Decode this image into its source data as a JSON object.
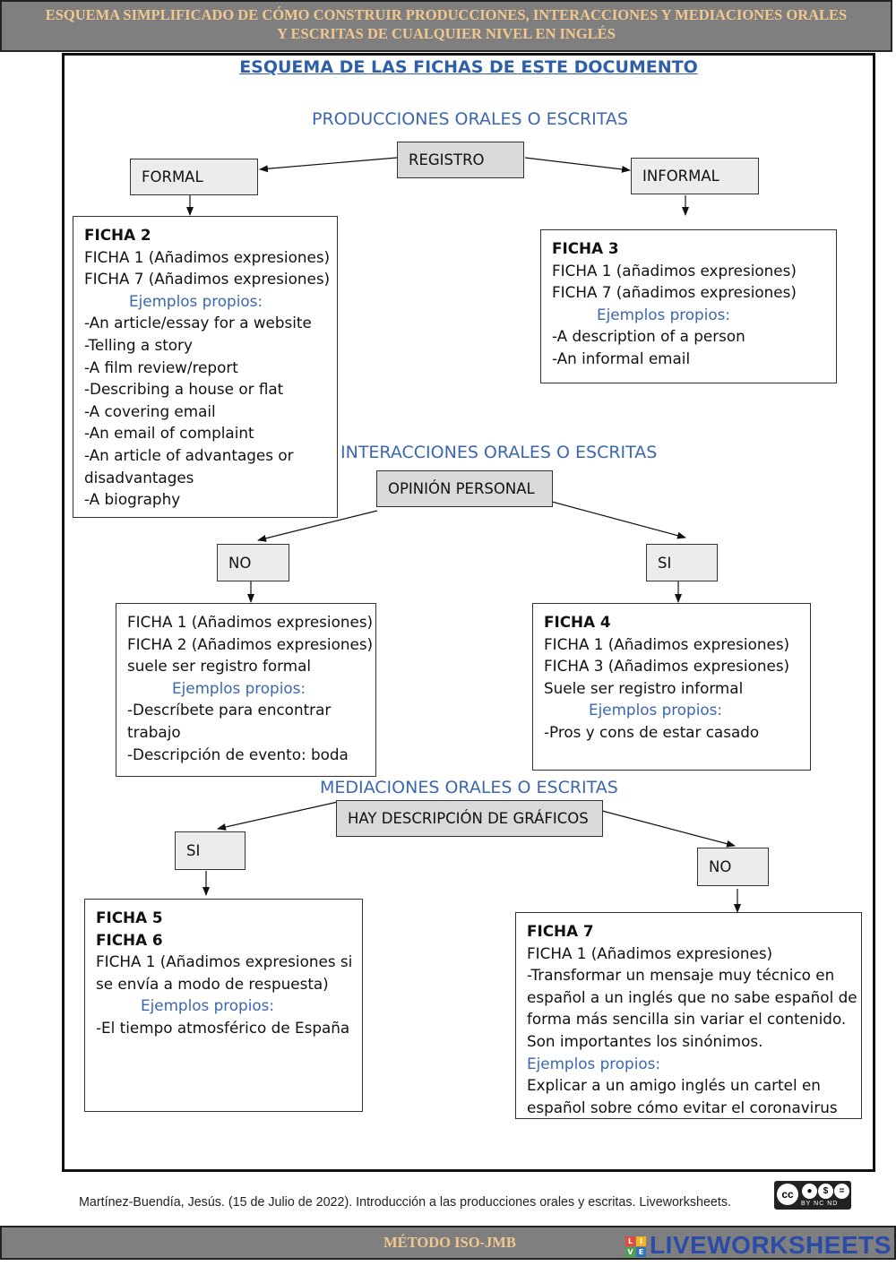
{
  "banner": {
    "title_line1": "ESQUEMA SIMPLIFICADO DE CÓMO CONSTRUIR PRODUCCIONES, INTERACCIONES Y MEDIACIONES ORALES",
    "title_line2": "Y ESCRITAS DE CUALQUIER NIVEL EN INGLÉS"
  },
  "doc_title": "ESQUEMA DE LAS FICHAS DE ESTE DOCUMENTO",
  "producciones": {
    "heading": "PRODUCCIONES ORALES O ESCRITAS",
    "root": "REGISTRO",
    "left_branch": "FORMAL",
    "right_branch": "INFORMAL",
    "formal_card": {
      "title": "FICHA 2",
      "lines": [
        "FICHA 1 (Añadimos expresiones)",
        "FICHA 7 (Añadimos expresiones)"
      ],
      "examples_label": "Ejemplos propios:",
      "examples": [
        "-An article/essay for a website",
        "-Telling a story",
        "-A film review/report",
        "-Describing a house or flat",
        "-A covering email",
        "-An email of complaint",
        "-An article of advantages or",
        "disadvantages",
        "-A biography"
      ]
    },
    "informal_card": {
      "title": "FICHA 3",
      "lines": [
        "FICHA 1 (añadimos expresiones)",
        "FICHA 7 (añadimos expresiones)"
      ],
      "examples_label": "Ejemplos propios:",
      "examples": [
        "-A description of a person",
        "-An informal email"
      ]
    }
  },
  "interacciones": {
    "heading": "INTERACCIONES ORALES O ESCRITAS",
    "root": "OPINIÓN PERSONAL",
    "left_branch": "NO",
    "right_branch": "SI",
    "no_card": {
      "lines": [
        "FICHA 1 (Añadimos expresiones)",
        "FICHA 2 (Añadimos expresiones)",
        "suele ser registro formal"
      ],
      "examples_label": "Ejemplos propios:",
      "examples": [
        "-Descríbete para encontrar",
        "trabajo",
        "-Descripción de evento: boda"
      ]
    },
    "si_card": {
      "title": "FICHA 4",
      "lines": [
        "FICHA 1 (Añadimos expresiones)",
        "FICHA 3 (Añadimos expresiones)",
        "Suele ser registro informal"
      ],
      "examples_label": "Ejemplos propios:",
      "examples": [
        "-Pros y cons de estar casado"
      ]
    }
  },
  "mediaciones": {
    "heading": "MEDIACIONES ORALES O ESCRITAS",
    "root": "HAY DESCRIPCIÓN DE GRÁFICOS",
    "left_branch": "SI",
    "right_branch": "NO",
    "si_card": {
      "titles": [
        "FICHA 5",
        "FICHA 6"
      ],
      "lines": [
        "FICHA 1 (Añadimos expresiones si",
        "se envía a modo de respuesta)"
      ],
      "examples_label": "Ejemplos propios:",
      "examples": [
        "-El tiempo atmosférico de España"
      ]
    },
    "no_card": {
      "title": "FICHA 7",
      "lines": [
        "FICHA 1 (Añadimos expresiones)",
        "-Transformar un mensaje muy técnico en",
        "español a un inglés que no sabe español de",
        "forma más sencilla sin variar el contenido.",
        "Son importantes los sinónimos."
      ],
      "examples_label": "Ejemplos propios:",
      "examples": [
        "Explicar a un amigo inglés un cartel en",
        "español sobre cómo evitar el coronavirus"
      ]
    }
  },
  "citation": "Martínez-Buendía, Jesús. (15 de Julio de 2022). Introducción a las producciones orales y escritas. Liveworksheets.",
  "license": {
    "badge": "cc",
    "tags": "BY  NC  ND",
    "icons": [
      "by-icon",
      "nc-icon",
      "nd-icon"
    ]
  },
  "footer": {
    "method": "MÉTODO ISO-JMB",
    "brand": "LIVEWORKSHEETS",
    "logo_letters": [
      "L",
      "I",
      "V",
      "E"
    ]
  },
  "colors": {
    "banner_bg": "#7f7f7f",
    "banner_text": "#f2c88f",
    "heading_blue": "#3b67b0",
    "brand_blue": "#2a4ba8"
  }
}
